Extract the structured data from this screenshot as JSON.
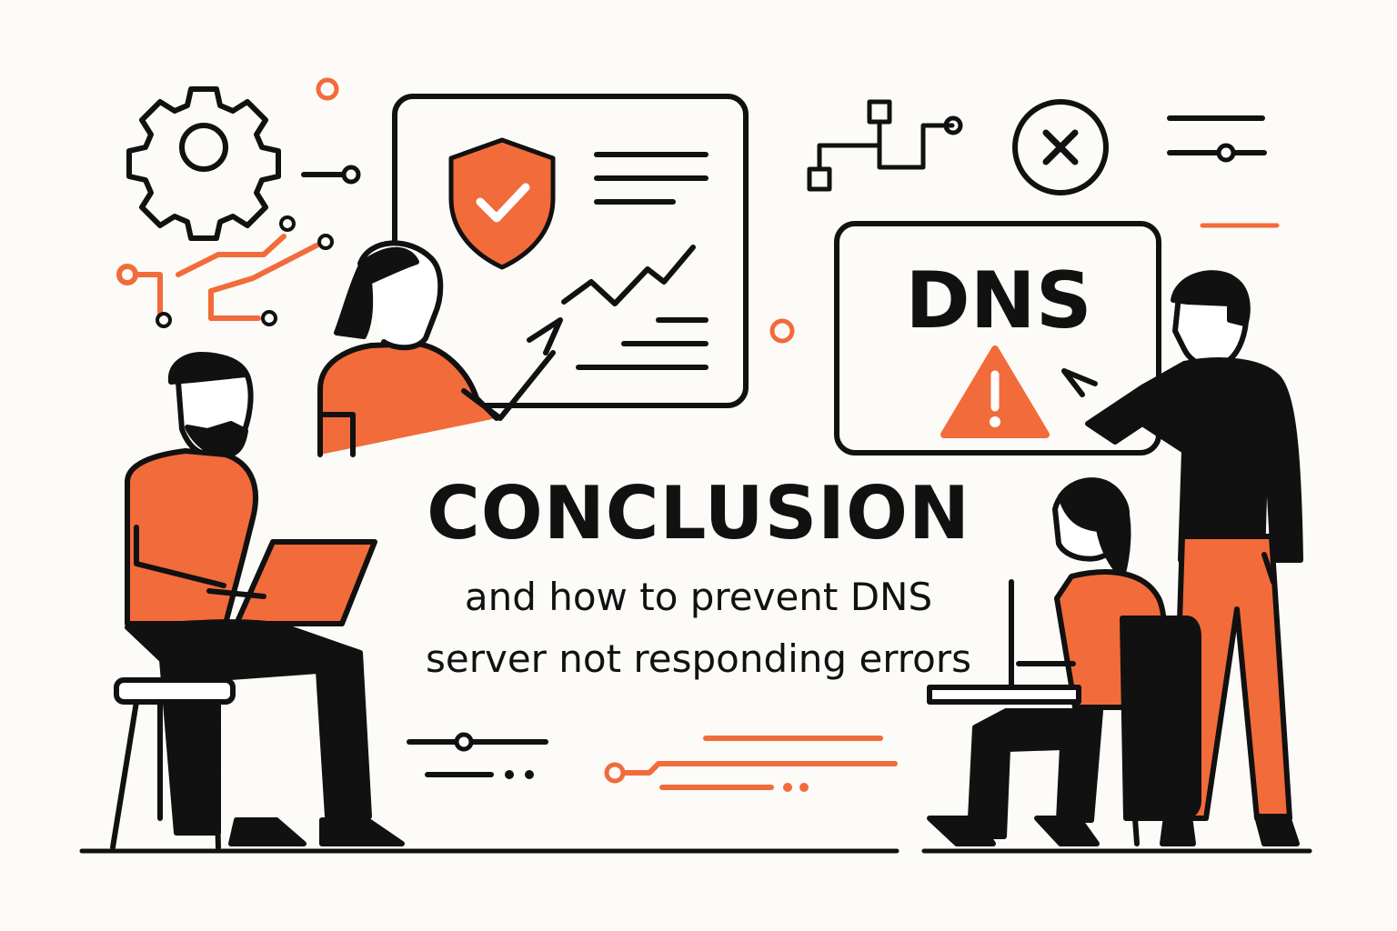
{
  "title": "CONCLUSION",
  "subtitle_line1": "and how to prevent DNS",
  "subtitle_line2": "server not responding errors",
  "screen_label": "DNS",
  "colors": {
    "accent": "#f26b3a",
    "ink": "#111111",
    "background": "#fcfbf8"
  },
  "icons": [
    "gear-icon",
    "shield-check-icon",
    "line-chart-icon",
    "network-nodes-icon",
    "close-circle-icon",
    "slider-icon",
    "warning-triangle-icon",
    "circuit-lines-icon"
  ]
}
